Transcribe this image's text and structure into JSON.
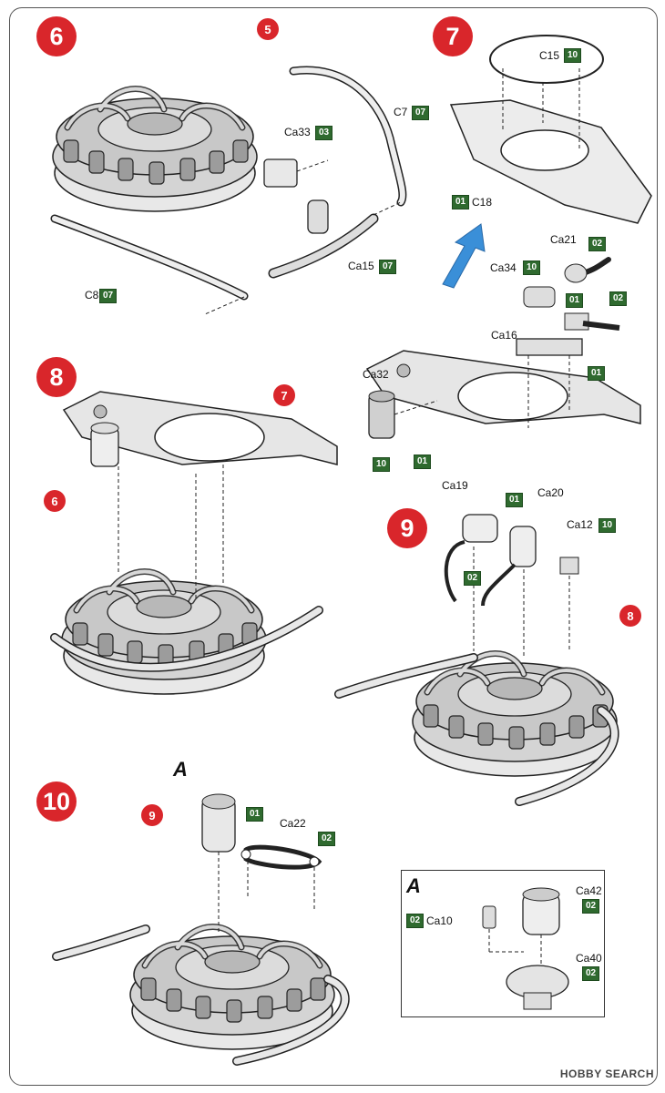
{
  "steps": {
    "s6": {
      "number": "6",
      "ref": "5"
    },
    "s7": {
      "number": "7"
    },
    "s8": {
      "number": "8",
      "ref_a": "7",
      "ref_b": "6"
    },
    "s9": {
      "number": "9",
      "ref": "8"
    },
    "s10": {
      "number": "10",
      "ref": "9",
      "sub_letter": "A"
    }
  },
  "step6": {
    "parts": [
      {
        "code": "C7",
        "tag": "07"
      },
      {
        "code": "Ca33",
        "tag": "03"
      },
      {
        "code": "Ca15",
        "tag": "07"
      },
      {
        "code": "C8",
        "tag": "07"
      }
    ]
  },
  "step7": {
    "parts": [
      {
        "code": "C15",
        "tag": "10"
      },
      {
        "code": "C18",
        "tag": "01"
      },
      {
        "code": "Ca21",
        "tag": "02"
      },
      {
        "code": "Ca34",
        "tag": "10"
      },
      {
        "code": "Ca16",
        "tag": "01"
      },
      {
        "code": "Ca32",
        "tag": "10"
      }
    ],
    "extra_tags": [
      "01",
      "02",
      "01"
    ]
  },
  "step9": {
    "parts": [
      {
        "code": "Ca19",
        "tag": "02"
      },
      {
        "code": "Ca20",
        "tag": "01"
      },
      {
        "code": "Ca12",
        "tag": "10"
      }
    ]
  },
  "step10": {
    "parts": [
      {
        "code": "Ca22",
        "tag": "02"
      }
    ],
    "extra_tag": "01",
    "detail": {
      "letter": "A",
      "parts": [
        {
          "code": "Ca10",
          "tag": "02"
        },
        {
          "code": "Ca42",
          "tag": "02"
        },
        {
          "code": "Ca40",
          "tag": "02"
        }
      ]
    }
  },
  "footer": {
    "logo": "HOBBY SEARCH"
  },
  "colors": {
    "step_red": "#d9262b",
    "tag_green": "#2f6a2f",
    "arrow_blue": "#3a8fd8"
  }
}
